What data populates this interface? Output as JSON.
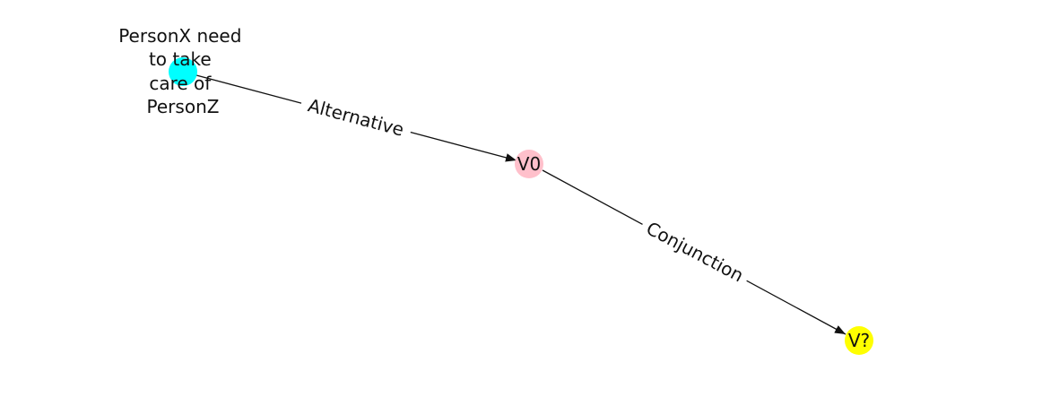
{
  "graph": {
    "nodes": [
      {
        "id": "personx",
        "lines": [
          "PersonX need",
          "to take",
          "care of",
          "PersonZ"
        ],
        "color": "#00ffff"
      },
      {
        "id": "v0",
        "lines": [
          "V0"
        ],
        "color": "#ffc0cb"
      },
      {
        "id": "vq",
        "lines": [
          "V?"
        ],
        "color": "#ffff00"
      }
    ],
    "edges": [
      {
        "from": "personx",
        "to": "v0",
        "label": "Alternative"
      },
      {
        "from": "v0",
        "to": "vq",
        "label": "Conjunction"
      }
    ],
    "edge_color": "#111111"
  }
}
